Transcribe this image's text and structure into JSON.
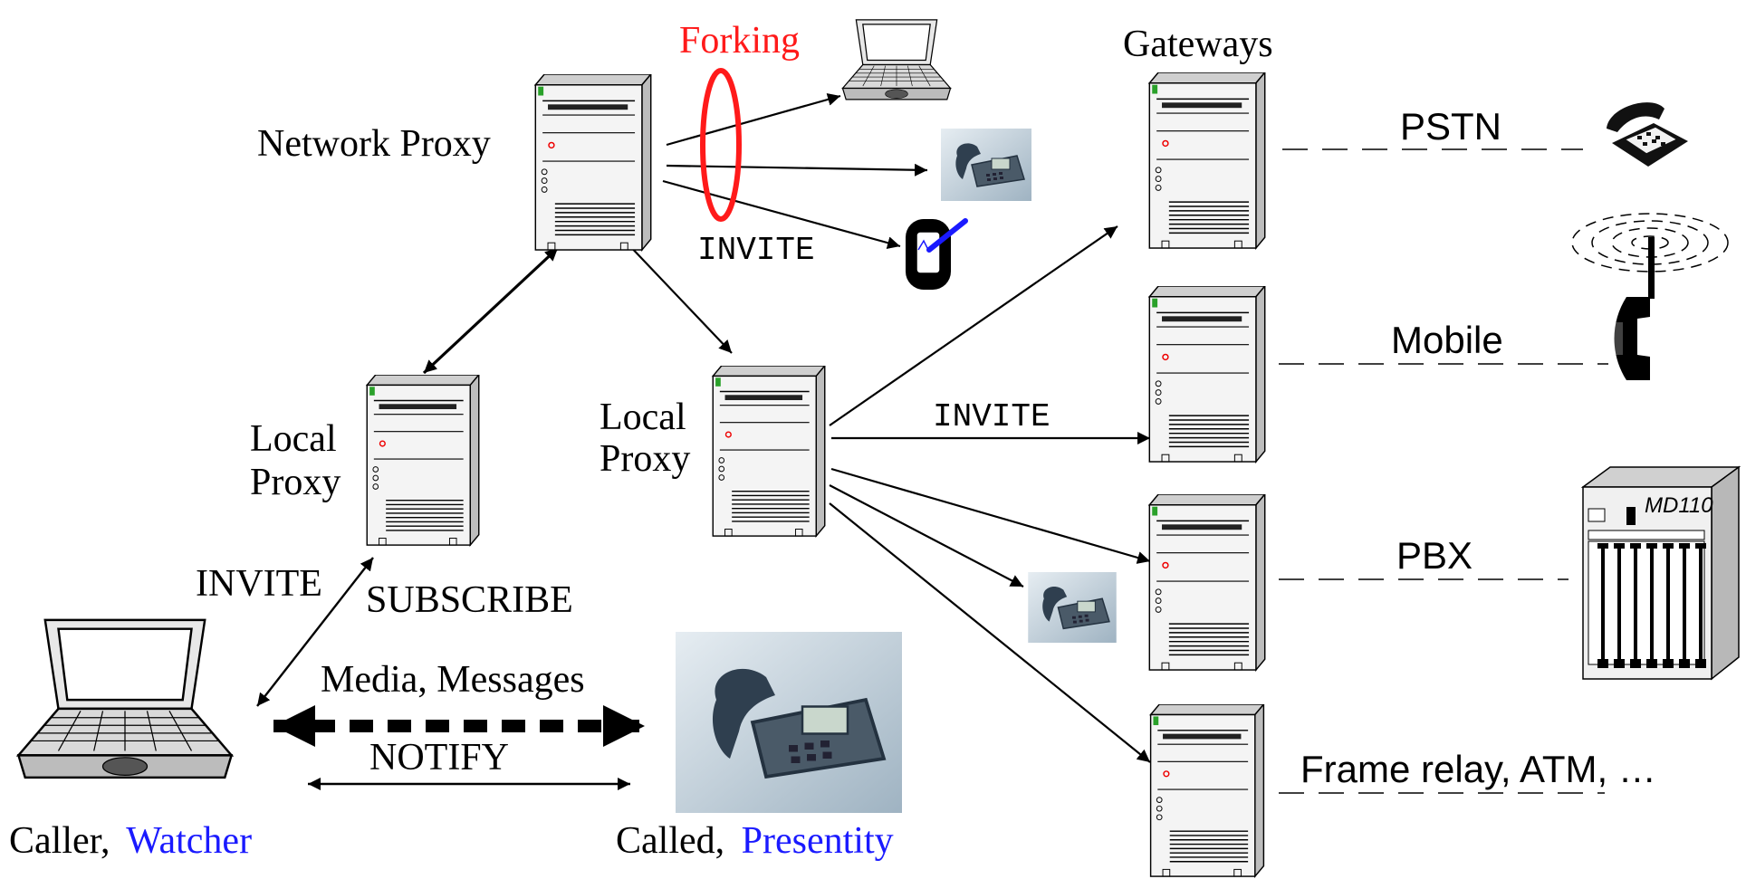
{
  "labels": {
    "forking": "Forking",
    "gateways": "Gateways",
    "network_proxy": "Network Proxy",
    "local_proxy_left_line1": "Local",
    "local_proxy_left_line2": "Proxy",
    "local_proxy_center_line1": "Local",
    "local_proxy_center_line2": "Proxy",
    "invite_fork": "INVITE",
    "invite_center": "INVITE",
    "invite_caller": "INVITE",
    "subscribe": "SUBSCRIBE",
    "media_messages": "Media, Messages",
    "notify": "NOTIFY",
    "caller": "Caller,",
    "watcher": "Watcher",
    "called": "Called,",
    "presentity": "Presentity",
    "pstn": "PSTN",
    "mobile": "Mobile",
    "pbx": "PBX",
    "frame_relay": "Frame relay, ATM, …",
    "md110": "MD110"
  },
  "colors": {
    "forking": "#ff1a1a",
    "role_highlight": "#1a1aff",
    "stroke": "#000000",
    "server_body": "#f4f4f4"
  },
  "icons": {
    "server": "server-tower-icon",
    "laptop": "laptop-icon",
    "ip_phone": "ip-phone-icon",
    "pda": "pda-icon",
    "desk_phone": "desk-phone-icon",
    "mobile_phone": "mobile-phone-icon",
    "pbx_cabinet": "pbx-cabinet-icon"
  }
}
